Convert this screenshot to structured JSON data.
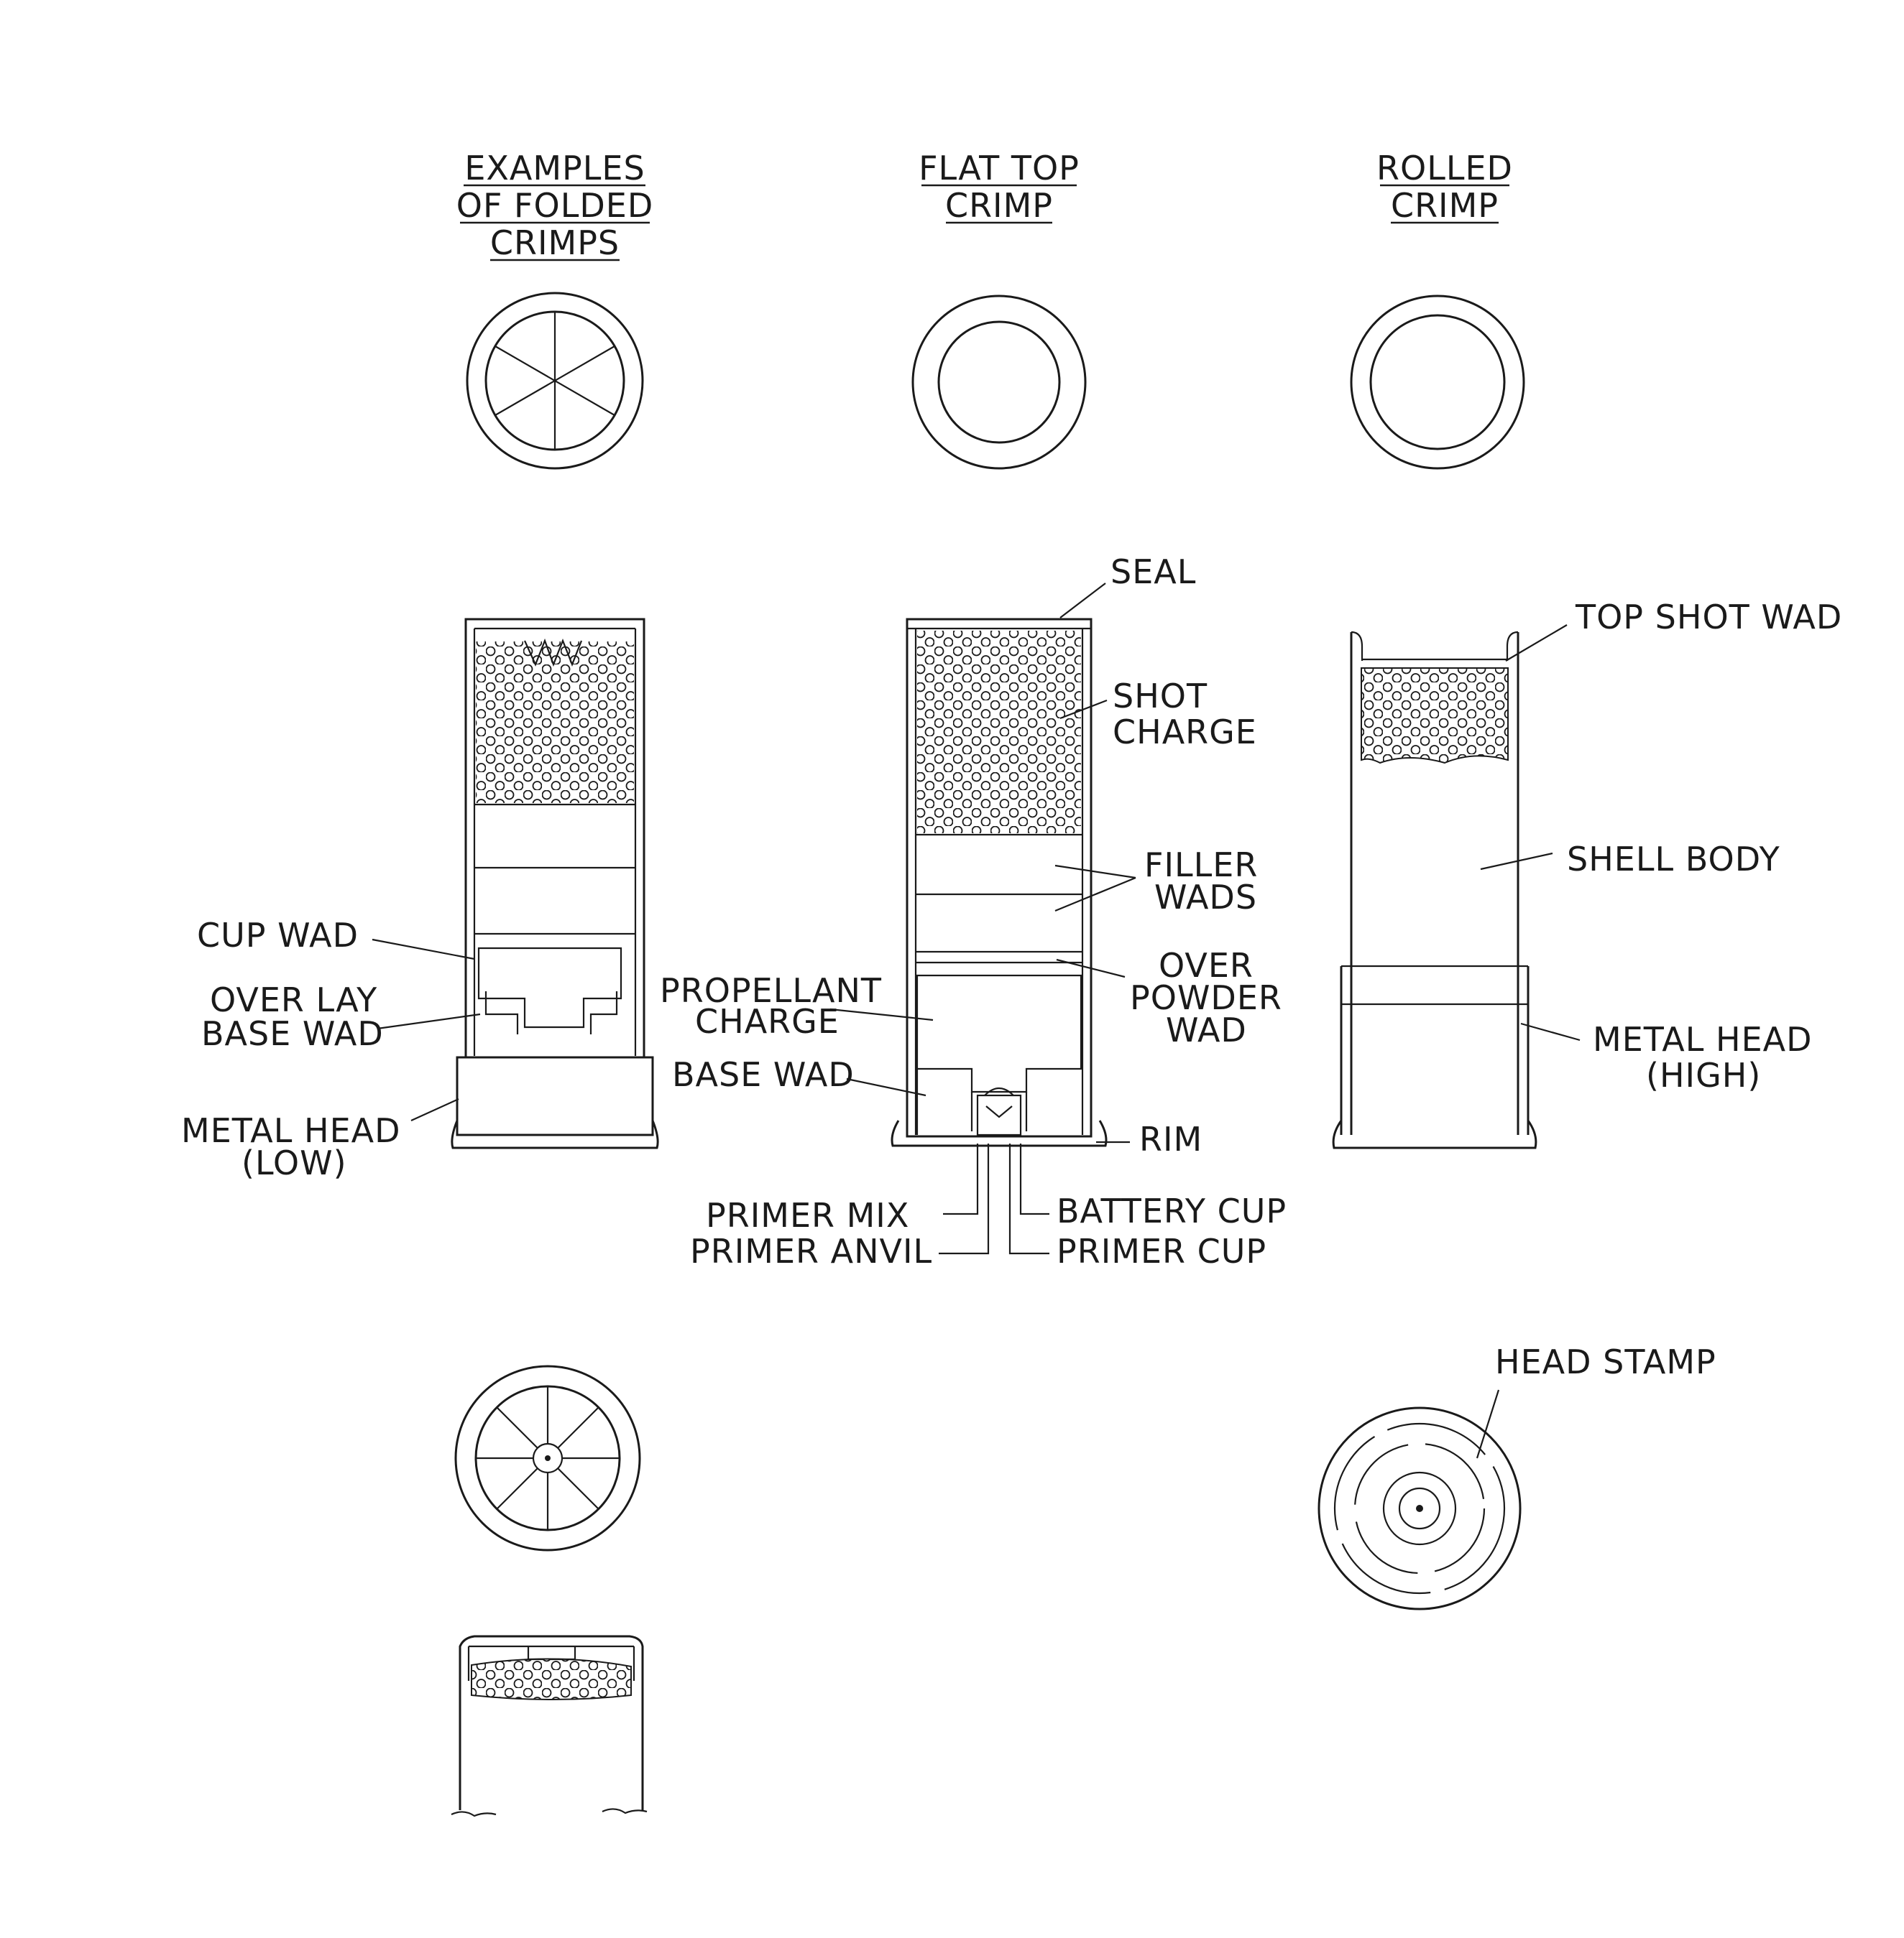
{
  "headings": {
    "folded_1": "EXAMPLES",
    "folded_2": "OF FOLDED",
    "folded_3": "CRIMPS",
    "flat_1": "FLAT TOP",
    "flat_2": "CRIMP",
    "rolled_1": "ROLLED",
    "rolled_2": "CRIMP"
  },
  "labels": {
    "cup_wad": "CUP WAD",
    "over_lay_1": "OVER LAY",
    "over_lay_2": "BASE WAD",
    "metal_head_low_1": "METAL HEAD",
    "metal_head_low_2": "(LOW)",
    "seal": "SEAL",
    "shot_charge_1": "SHOT",
    "shot_charge_2": "CHARGE",
    "filler_wads_1": "FILLER",
    "filler_wads_2": "WADS",
    "over_powder_1": "OVER",
    "over_powder_2": "POWDER",
    "over_powder_3": "WAD",
    "propellant_1": "PROPELLANT",
    "propellant_2": "CHARGE",
    "base_wad": "BASE WAD",
    "rim": "RIM",
    "primer_mix": "PRIMER MIX",
    "primer_anvil": "PRIMER ANVIL",
    "battery_cup": "BATTERY CUP",
    "primer_cup": "PRIMER CUP",
    "top_shot_wad": "TOP SHOT WAD",
    "shell_body": "SHELL BODY",
    "metal_head_high_1": "METAL HEAD",
    "metal_head_high_2": "(HIGH)",
    "head_stamp": "HEAD STAMP"
  }
}
